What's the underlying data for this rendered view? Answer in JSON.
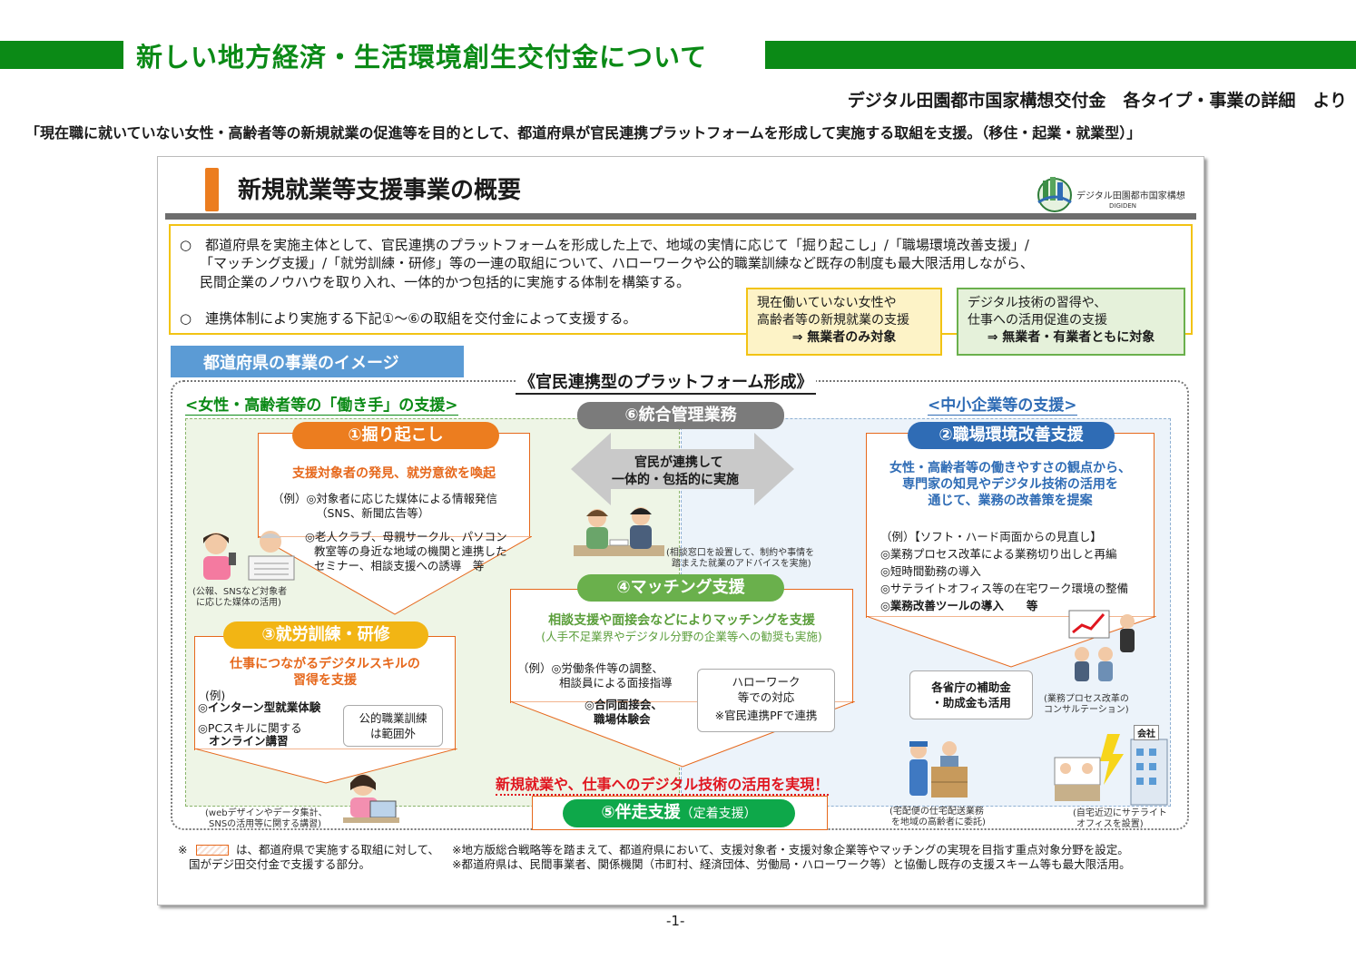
{
  "header": {
    "title": "新しい地方経済・生活環境創生交付金について",
    "source": "デジタル田園都市国家構想交付金　各タイプ・事業の詳細　より",
    "quote": "「現在職に就いていない女性・高齢者等の新規就業の促進等を目的として、都道府県が官民連携プラットフォームを形成して実施する取組を支援。（移住・起業・就業型）」"
  },
  "slide": {
    "title": "新規就業等支援事業の概要",
    "logo_text": "デジタル田園都市国家構想",
    "logo_sub": "DIGIDEN",
    "intro": {
      "line1": "○　都道府県を実施主体として、官民連携のプラットフォームを形成した上で、地域の実情に応じて「掘り起こし」/「職場環境改善支援」/",
      "line2": "「マッチング支援」/「就労訓練・研修」等の一連の取組について、ハローワークや公的職業訓練など既存の制度も最大限活用しながら、",
      "line3": "民間企業のノウハウを取り入れ、一体的かつ包括的に実施する体制を構築する。",
      "line4": "○　連携体制により実施する下記①～⑥の取組を交付金によって支援する。"
    },
    "callout_yellow": {
      "line1": "現在働いていない女性や",
      "line2": "高齢者等の新規就業の支援",
      "line3": "⇒ 無業者のみ対象"
    },
    "callout_green": {
      "line1": "デジタル技術の習得や、",
      "line2": "仕事への活用促進の支援",
      "line3": "⇒ 無業者・有業者ともに対象"
    },
    "blue_header": "都道府県の事業のイメージ",
    "platform_title": "《官民連携型のプラットフォーム形成》",
    "left_section": "<女性・高齢者等の「働き手」の支援>",
    "right_section": "<中小企業等の支援>",
    "t6": {
      "label": "⑥統合管理業務",
      "arrow1": "官民が連携して",
      "arrow2": "一体的・包括的に実施",
      "cap1": "(相談窓口を設置して、制約や事情を",
      "cap2": "踏まえた就業のアドバイスを実施)"
    },
    "t1": {
      "label": "①掘り起こし",
      "subtitle": "支援対象者の発見、就労意欲を喚起",
      "ex1a": "（例）◎対象者に応じた媒体による情報発信",
      "ex1b": "（SNS、新聞広告等）",
      "ex2a": "◎老人クラブ、母親サークル、パソコン",
      "ex2b": "教室等の身近な地域の機関と連携した",
      "ex2c": "セミナー、相談支援への誘導　等",
      "cap1": "(公報、SNSなど対象者",
      "cap2": "に応じた媒体の活用)"
    },
    "t3": {
      "label": "③就労訓練・研修",
      "subtitle1": "仕事につながるデジタルスキルの",
      "subtitle2": "習得を支援",
      "ex": "(例)",
      "item1": "◎インターン型就業体験",
      "item2a": "◎PCスキルに関する",
      "item2b": "オンライン講習",
      "box1": "公的職業訓練",
      "box2": "は範囲外",
      "cap1": "(webデザインやデータ集計、",
      "cap2": "SNSの活用等に関する講習)"
    },
    "t4": {
      "label": "④マッチング支援",
      "subtitle1": "相談支援や面接会などによりマッチングを支援",
      "subtitle2": "(人手不足業界やデジタル分野の企業等への勧奨も実施)",
      "ex1a": "（例）◎労働条件等の調整、",
      "ex1b": "相談員による面接指導",
      "ex2a": "◎合同面接会、",
      "ex2b": "職場体験会",
      "box1": "ハローワーク",
      "box2": "等での対応",
      "box3": "※官民連携PFで連携"
    },
    "t2": {
      "label": "②職場環境改善支援",
      "subtitle1": "女性・高齢者等の働きやすさの観点から、",
      "subtitle2": "専門家の知見やデジタル技術の活用を",
      "subtitle3": "通じて、業務の改善策を提案",
      "ex": "（例）【ソフト・ハード両面からの見直し】",
      "item1": "◎業務プロセス改革による業務切り出しと再編",
      "item2": "◎短時間勤務の導入",
      "item3": "◎サテライトオフィス等の在宅ワーク環境の整備",
      "item4": "◎業務改善ツールの導入　　等",
      "box1": "各省庁の補助金",
      "box2": "・助成金も活用",
      "cap1": "(業務プロセス改革の",
      "cap2": "コンサルテーション)",
      "cap3": "(宅配便の仕宅配送業務",
      "cap4": "を地域の高齢者に委託)",
      "cap5": "(自宅近辺にサテライト",
      "cap6": "オフィスを設置)",
      "company": "会社"
    },
    "red_text": "新規就業や、仕事へのデジタル技術の活用を実現！",
    "t5": {
      "label": "⑤伴走支援",
      "sub": "（定着支援）"
    },
    "footnote": {
      "mark": "※",
      "l1": "は、都道府県で実施する取組に対して、",
      "l2": "国がデジ田交付金で支援する部分。",
      "r1": "※地方版総合戦略等を踏まえて、都道府県において、支援対象者・支援対象企業等やマッチングの実現を目指す重点対象分野を設定。",
      "r2": "※都道府県は、民間事業者、関係機関（市町村、経済団体、労働局・ハローワーク等）と協働し既存の支援スキーム等も最大限活用。"
    }
  },
  "page_number": "-1-",
  "colors": {
    "green": "#0b8a16",
    "orange": "#ec7d1f",
    "blue": "#2f6cb5",
    "yellow": "#f2c314",
    "red": "#e0161f"
  }
}
